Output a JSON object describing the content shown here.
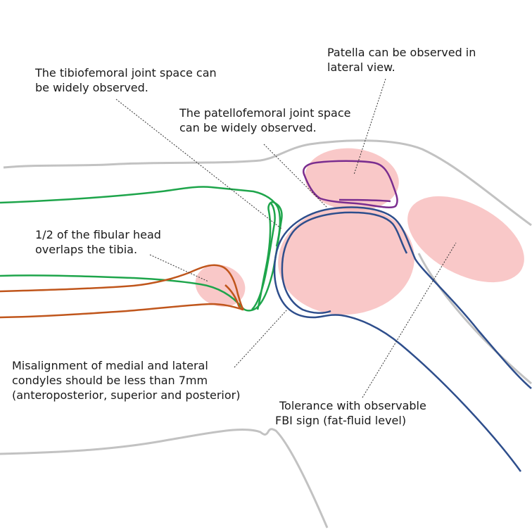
{
  "colors": {
    "skin_outline": "#c2c2c2",
    "femur": "#1ea54b",
    "fibula": "#c0561c",
    "condyle": "#2e4e8c",
    "patella": "#7a2d8f",
    "highlight": "#f7b6b6",
    "leader": "#333333",
    "text": "#1a1a1a"
  },
  "annotations": {
    "patella": "Patella can be observed in\nlateral view.",
    "tibiofemoral": "The tibiofemoral joint space can\nbe widely observed.",
    "patellofemoral": "The patellofemoral joint space\ncan be widely observed.",
    "fibular_head": "1/2 of the fibular head\noverlaps the tibia.",
    "misalignment": "Misalignment of medial and lateral\ncondyles should be less than 7mm\n(anteroposterior, superior and posterior)",
    "fbi_line1": "Tolerance with observable",
    "fbi_line2": "FBI sign (fat-fluid level)"
  }
}
